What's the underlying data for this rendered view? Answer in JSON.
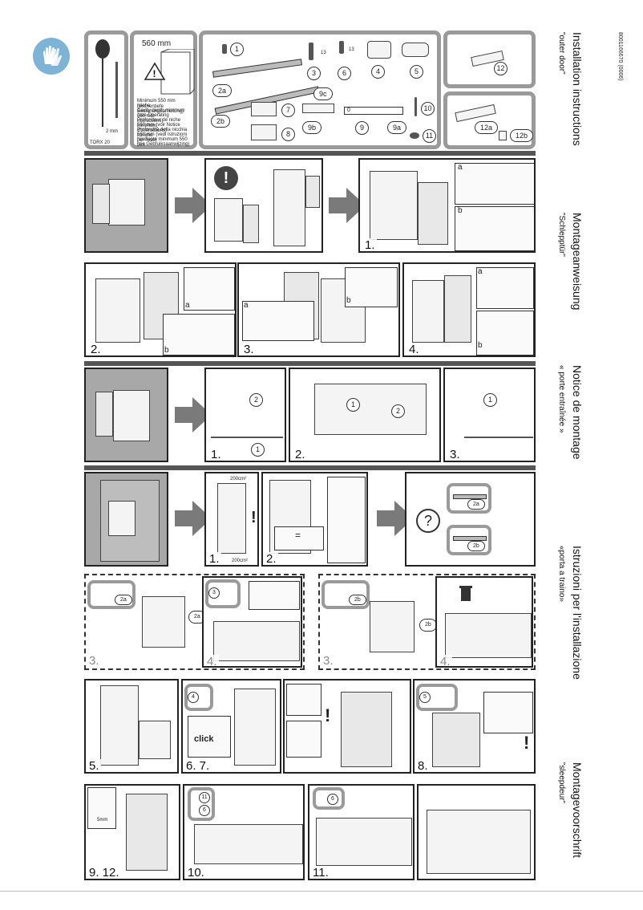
{
  "doc_code": "8001166670 (0006)",
  "sidebar": [
    {
      "title": "Installation instructions",
      "subtitle": "\"outer door\""
    },
    {
      "title": "Montageanweisung",
      "subtitle": "\"Schlepptür\""
    },
    {
      "title": "Notice de montage",
      "subtitle": "« porte entraînée »"
    },
    {
      "title": "Istruzioni per l'installazione",
      "subtitle": "«porta a traino»"
    },
    {
      "title": "Montagevoorschrift",
      "subtitle": "\"sleepdeur\""
    }
  ],
  "tools": {
    "tool_name": "TORX 20",
    "bit_size": "2 mm"
  },
  "cavity": {
    "width_label": "560 mm",
    "notes": [
      "Minimum 550 mm Nischentiefe",
      "(siehe Bedienungsanleitung)",
      "Cavity depth minimum 550 mm",
      "(see Operating instructions)",
      "Profondeur de niche minimum",
      "550 mm (voir Notice d'instructions)",
      "Profondità della nicchia minimo",
      "550 mm (vedi Istruzioni per l'uso)",
      "Nisdiepte minimum 550 mm",
      "(zie Gebruiksaanwijzing)"
    ]
  },
  "parts": {
    "p1": "1",
    "p2a": "2a",
    "p2b": "2b",
    "p3": "3",
    "p4": "4",
    "p5": "5",
    "p6": "6",
    "p7": "7",
    "p8": "8",
    "p9": "9",
    "p9a": "9a",
    "p9b": "9b",
    "p9c": "9c",
    "p10": "10",
    "p11": "11",
    "p12": "12",
    "p12a": "12a",
    "p12b": "12b",
    "dim_13a": "13",
    "dim_13b": "13",
    "scale_zero": "0"
  },
  "steps": {
    "r1s1": "1.",
    "r2s2": "2.",
    "r2s3": "3.",
    "r2s4": "4.",
    "r3s1": "1.",
    "r3s2": "2.",
    "r3s3": "3.",
    "r4s1": "1.",
    "r4s2": "2.",
    "r5s3a": "3.",
    "r5s4a": "4.",
    "r5s3b": "3.",
    "r5s4b": "4.",
    "r6s5": "5.",
    "r6s67": "6. 7.",
    "r6s8": "8.",
    "r7s912": "9. 12.",
    "r7s10": "10.",
    "r7s11": "11."
  },
  "callouts": {
    "a": "a",
    "b": "b",
    "c1": "1",
    "c2": "2",
    "vent_top": "200cm²",
    "vent_bottom": "200cm²",
    "click": "click",
    "gap": "5mm",
    "equal": "="
  }
}
